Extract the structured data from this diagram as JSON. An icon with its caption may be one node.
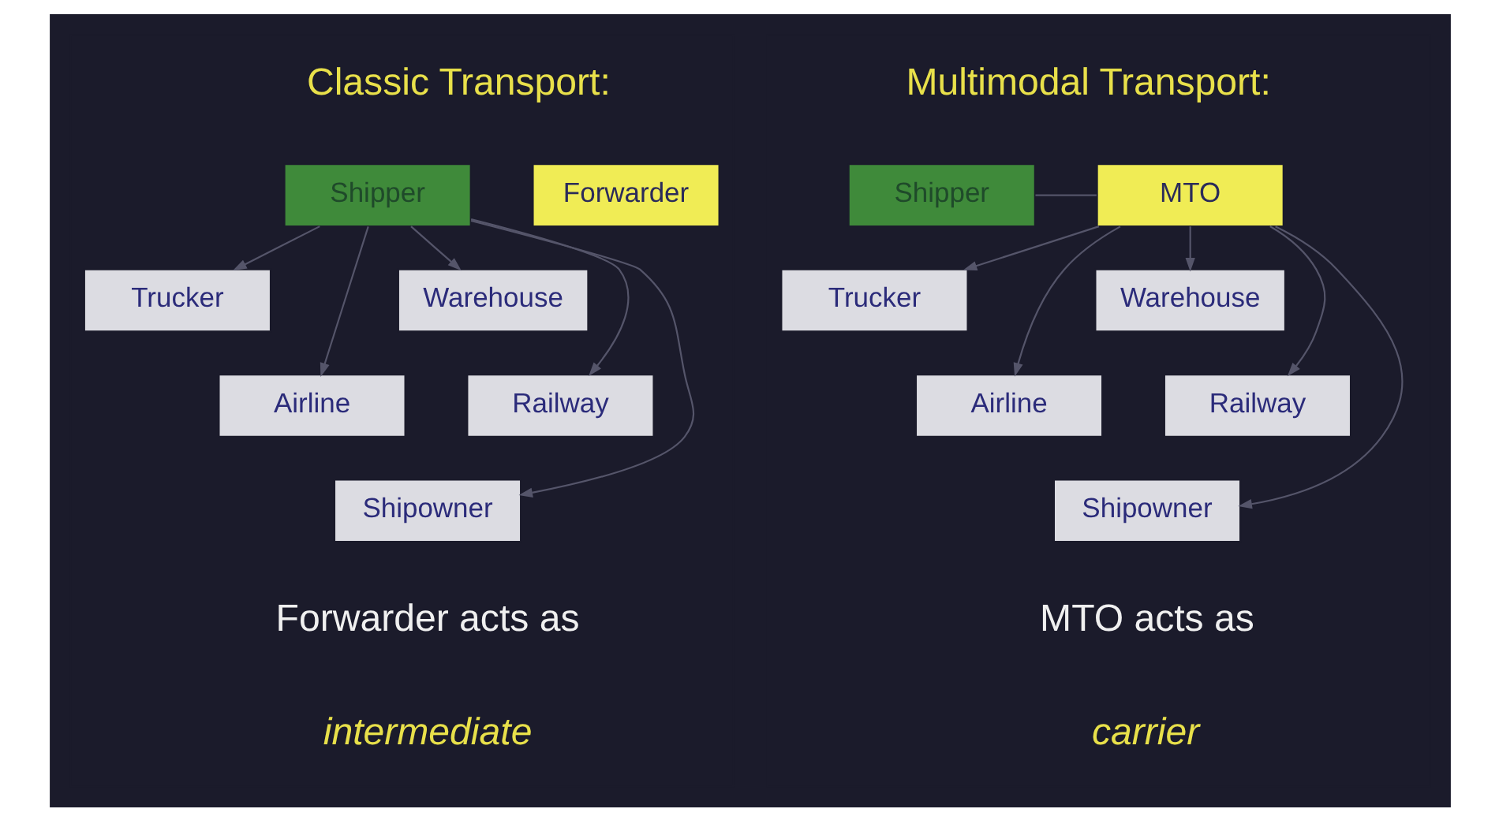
{
  "diagram": {
    "nodes": [
      {
        "text": [
          "Shipper"
        ]
      },
      {
        "text": [
          "Forwarder"
        ]
      },
      {
        "text": [
          "Trucker"
        ]
      },
      {
        "text": [
          "Warehouse"
        ]
      },
      {
        "text": [
          "Airline"
        ]
      },
      {
        "text": [
          "Railway"
        ]
      },
      {
        "text": [
          "Shipowner"
        ]
      },
      {
        "text": [
          "Shipper"
        ]
      },
      {
        "text": [
          "MTO"
        ]
      },
      {
        "text": [
          "Trucker"
        ]
      },
      {
        "text": [
          "Warehouse"
        ]
      },
      {
        "text": [
          "Airline"
        ]
      },
      {
        "text": [
          "Railway"
        ]
      },
      {
        "text": [
          "Shipowner"
        ]
      }
    ],
    "edges": [
      {
        "from": 0,
        "to": 2,
        "arrow": "to"
      },
      {
        "from": 0,
        "to": 4,
        "arrow": "to"
      },
      {
        "from": 0,
        "to": 6,
        "arrow": "to"
      },
      {
        "from": 0,
        "to": 5,
        "arrow": "to"
      },
      {
        "from": 0,
        "to": 3,
        "arrow": "to"
      },
      {
        "from": 7,
        "to": 8,
        "arrow": "none"
      },
      {
        "from": 8,
        "to": 9,
        "arrow": "to"
      },
      {
        "from": 8,
        "to": 11,
        "arrow": "to"
      },
      {
        "from": 8,
        "to": 13,
        "arrow": "to"
      },
      {
        "from": 8,
        "to": 12,
        "arrow": "to"
      },
      {
        "from": 8,
        "to": 10,
        "arrow": "to"
      }
    ],
    "labels": [
      "Classic Transport:",
      "Multimodal Transport:",
      "Forwarder acts as",
      "intermediate",
      "MTO acts as",
      "carrier"
    ]
  }
}
